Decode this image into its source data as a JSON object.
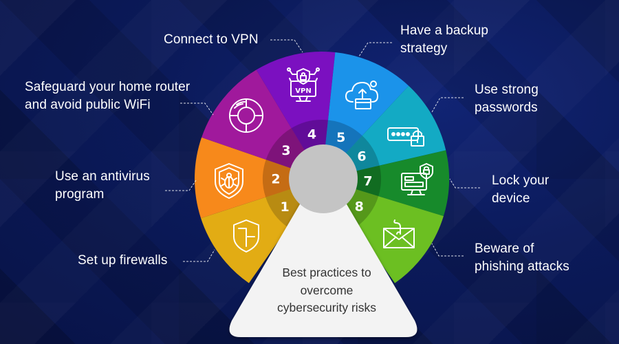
{
  "title": "Best practices to\novercome\ncybersecurity risks",
  "background_color": "#0a1650",
  "hub_color": "#c4c4c4",
  "triangle_color": "#f3f3f3",
  "segments": [
    {
      "number": "1",
      "label": "Set up firewalls",
      "icon": "shield-icon",
      "color": "#e2ac14",
      "inner_color": "#b88b12"
    },
    {
      "number": "2",
      "label": "Use an antivirus\nprogram",
      "icon": "bug-shield-icon",
      "color": "#f7891b",
      "inner_color": "#c56c14"
    },
    {
      "number": "3",
      "label": "Safeguard your home router\nand avoid public WiFi",
      "icon": "router-icon",
      "color": "#a0199c",
      "inner_color": "#7e137a"
    },
    {
      "number": "4",
      "label": "Connect to VPN",
      "icon": "vpn-icon",
      "color": "#7b10c0",
      "inner_color": "#610c98"
    },
    {
      "number": "5",
      "label": "Have a backup\nstrategy",
      "icon": "cloud-backup-icon",
      "color": "#1b93ea",
      "inner_color": "#1574bb"
    },
    {
      "number": "6",
      "label": "Use strong\npasswords",
      "icon": "password-lock-icon",
      "color": "#13aac4",
      "inner_color": "#0f879c"
    },
    {
      "number": "7",
      "label": "Lock your\ndevice",
      "icon": "locked-monitor-icon",
      "color": "#178a2b",
      "inner_color": "#116c21"
    },
    {
      "number": "8",
      "label": "Beware of\nphishing attacks",
      "icon": "phishing-mail-icon",
      "color": "#6cbf22",
      "inner_color": "#55981a"
    }
  ]
}
